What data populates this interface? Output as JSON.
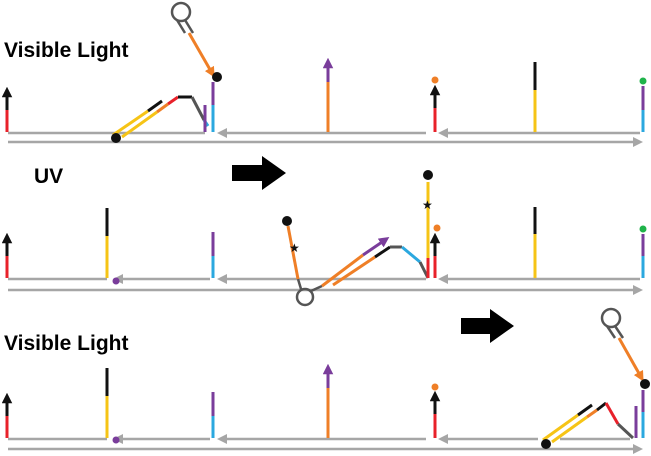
{
  "labels": {
    "panel1": "Visible Light",
    "panel2": "UV",
    "panel3": "Visible Light"
  },
  "colors": {
    "track": "#a6a6a6",
    "black": "#111111",
    "red": "#e8212a",
    "yellow": "#f6c416",
    "orange": "#ef7f27",
    "purple": "#7a3d9b",
    "cyan": "#2ba8df",
    "green": "#1fb34a",
    "grey": "#555555"
  }
}
